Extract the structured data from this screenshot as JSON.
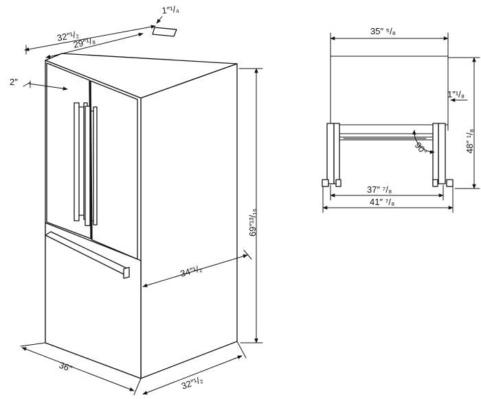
{
  "iso_view": {
    "top_width": "32″¹/₂",
    "inner_top_width": "29″¹/₈",
    "back_offset": "1″¹/₄",
    "handle_offset": "2″",
    "height": "69″¹³/₁₆",
    "door_open_depth": "34″¹/₂",
    "front_width": "36″",
    "side_depth": "32″¹/₂"
  },
  "top_view": {
    "overall_width": "35″ ⁵/₈",
    "side_clearance": "1″¹/₈",
    "door_swing_depth": "48″ ¹/₈",
    "angle": "90°",
    "inner_width": "37″ ⁷/₈",
    "outer_width": "41″ ⁷/₈"
  }
}
